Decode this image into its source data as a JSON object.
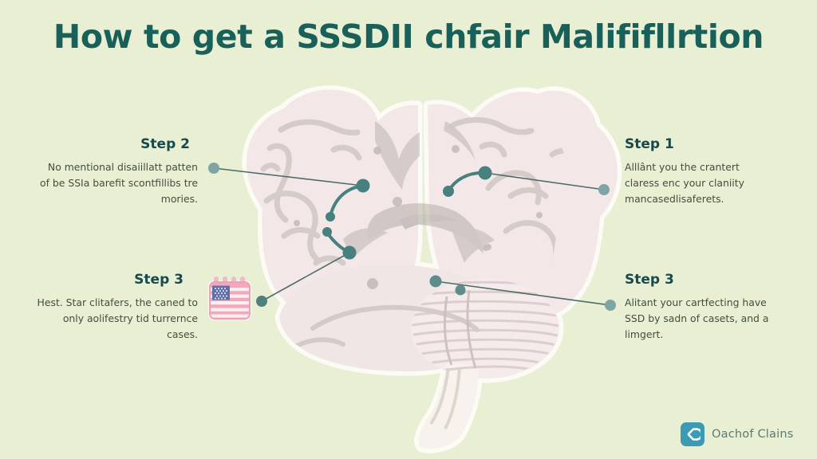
{
  "page": {
    "title": "How to get a SSSDII chfair Malififllrtion",
    "background_color": "#e8efd2",
    "title_color": "#186059",
    "body_text_color": "#414f41",
    "heading_color": "#17494d",
    "accent_teal": "#3f8787",
    "node_teal": "#7ea5a4",
    "brain_fill": "#f3e7e7",
    "brain_outline": "#fdfbf6"
  },
  "steps": [
    {
      "id": "step-2",
      "heading": "Step 2",
      "body": "No mentional disaiillatt patten of be SSIa barefit scontfillibs tre mories.",
      "side": "left"
    },
    {
      "id": "step-1",
      "heading": "Step 1",
      "body": "Alllânt you the crantert claress enc your claniity mancasedlisaferets.",
      "side": "right"
    },
    {
      "id": "step-3-left",
      "heading": "Step 3",
      "body": "Hest. Star clitafers, the caned to only aolifestry tid turrernce cases.",
      "side": "left"
    },
    {
      "id": "step-3-right",
      "heading": "Step 3",
      "body": "Alitant your cartfecting have SSD by sadn of casets, and a limgert.",
      "side": "right"
    }
  ],
  "icons": {
    "calendar_flag": "calendar-flag-icon",
    "logo_mark": "chevron-left-logo-icon"
  },
  "footer": {
    "brand": "Oachof Clains",
    "mark_color": "#3a9bb5",
    "brand_color": "#5d7a72"
  }
}
